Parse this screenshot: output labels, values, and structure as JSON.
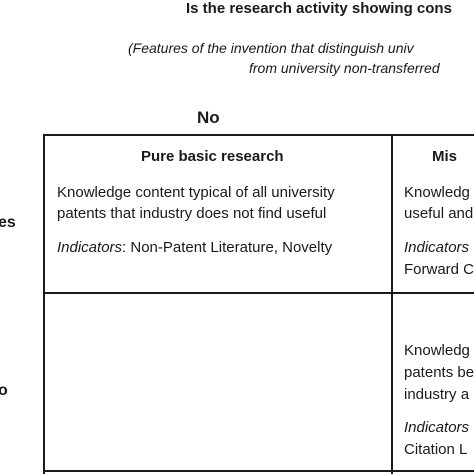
{
  "header": {
    "title": "Is the research activity showing cons",
    "subtitle_line1": "(Features of the invention that distinguish univ",
    "subtitle_line2": "from university non-transferred"
  },
  "axes": {
    "column_no": "No",
    "row_yes": "es",
    "row_no": "o"
  },
  "cells": {
    "top_left": {
      "heading": "Pure basic research",
      "description_line1": "Knowledge content typical of all university",
      "description_line2": "patents that industry does not find useful",
      "indicators_label": "Indicators",
      "indicators_value": ": Non-Patent Literature, Novelty"
    },
    "top_right": {
      "heading": "Mis",
      "description_line1": "Knowledg",
      "description_line2": "useful and",
      "indicators_label": "Indicators",
      "indicators_value_line2": "Forward C"
    },
    "bottom_right": {
      "description_line1": "Knowledg",
      "description_line2": "patents be",
      "description_line3": "industry a",
      "indicators_label": "Indicators",
      "indicators_value_line2": "Citation L"
    }
  }
}
